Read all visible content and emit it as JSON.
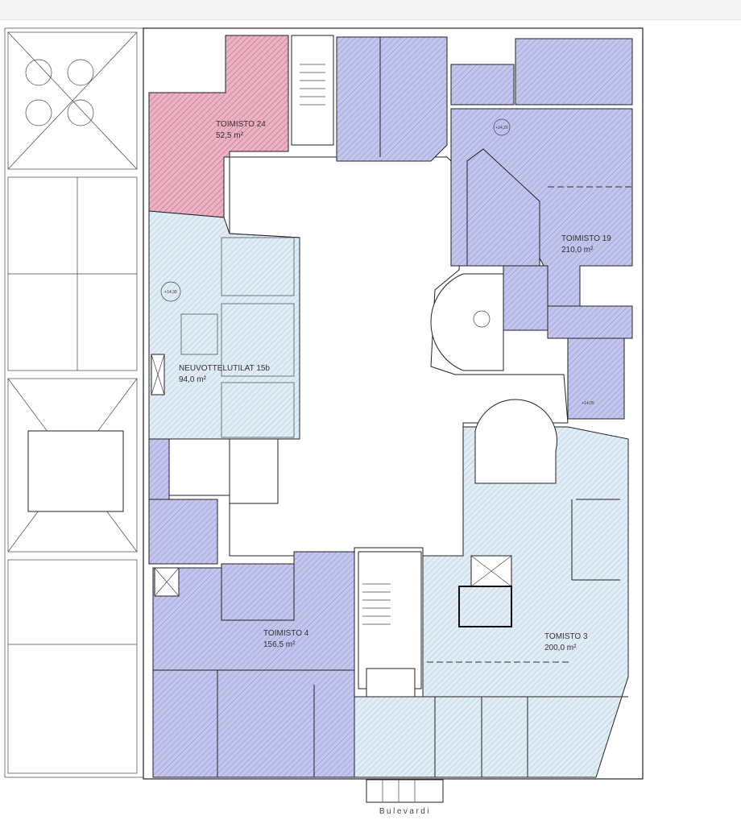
{
  "plan": {
    "street": "Bulevardi",
    "rooms": [
      {
        "id": "toimisto-24",
        "name": "TOIMISTO 24",
        "area": "52,5 m²",
        "category": "pink"
      },
      {
        "id": "neuvottelutilat-15b",
        "name": "NEUVOTTELUTILAT 15b",
        "area": "94,0 m²",
        "category": "light"
      },
      {
        "id": "toimisto-19",
        "name": "TOIMISTO 19",
        "area": "210,0 m²",
        "category": "dark"
      },
      {
        "id": "toimisto-4",
        "name": "TOIMISTO 4",
        "area": "156,5 m²",
        "category": "dark"
      },
      {
        "id": "tomisto-3",
        "name": "TOMISTO 3",
        "area": "200,0 m²",
        "category": "light"
      }
    ],
    "elevations": [
      "+14,30",
      "+14,20",
      "+14,05"
    ]
  },
  "colors": {
    "pink_fill": "#eab3c3",
    "pink_hatch": "#c2506e",
    "dark_fill": "#c3c6ec",
    "dark_hatch": "#7a80c4",
    "light_fill": "#e0edf5",
    "light_hatch": "#98b8d4",
    "wall": "#222222"
  }
}
